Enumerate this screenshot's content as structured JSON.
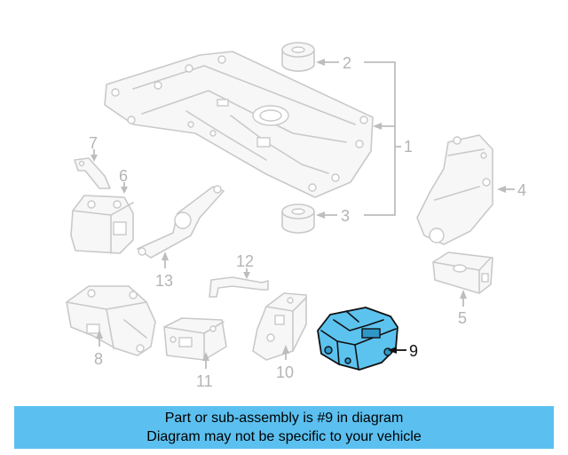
{
  "callouts": {
    "c1": "1",
    "c2": "2",
    "c3": "3",
    "c4": "4",
    "c5": "5",
    "c6": "6",
    "c7": "7",
    "c8": "8",
    "c9": "9",
    "c10": "10",
    "c11": "11",
    "c12": "12",
    "c13": "13"
  },
  "highlight_color": "#5bc0f0",
  "banner": {
    "line1": "Part or sub-assembly is #9 in diagram",
    "line2": "Diagram may not be specific to your vehicle",
    "background": "#5bc0f0"
  }
}
